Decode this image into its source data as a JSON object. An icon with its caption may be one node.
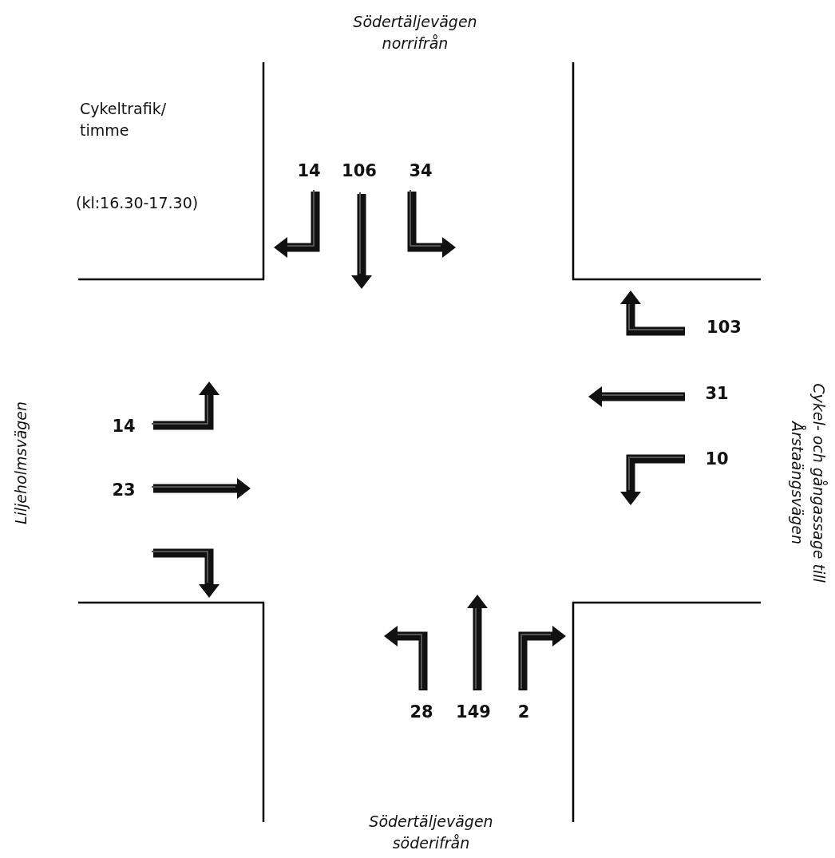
{
  "diagram": {
    "labels": [
      "Södertäljevägen norrifrån",
      "Cykeltrafik/ timme",
      "(kl:16.30-17.30)",
      "14",
      "106",
      "34",
      "103",
      "Liljeholmsvägen",
      "14",
      "31",
      "Cykel- och gångassage till Årstaängsvägen",
      "23",
      "10",
      "28",
      "149",
      "2",
      "Södertäljevägen söderifrån"
    ]
  }
}
